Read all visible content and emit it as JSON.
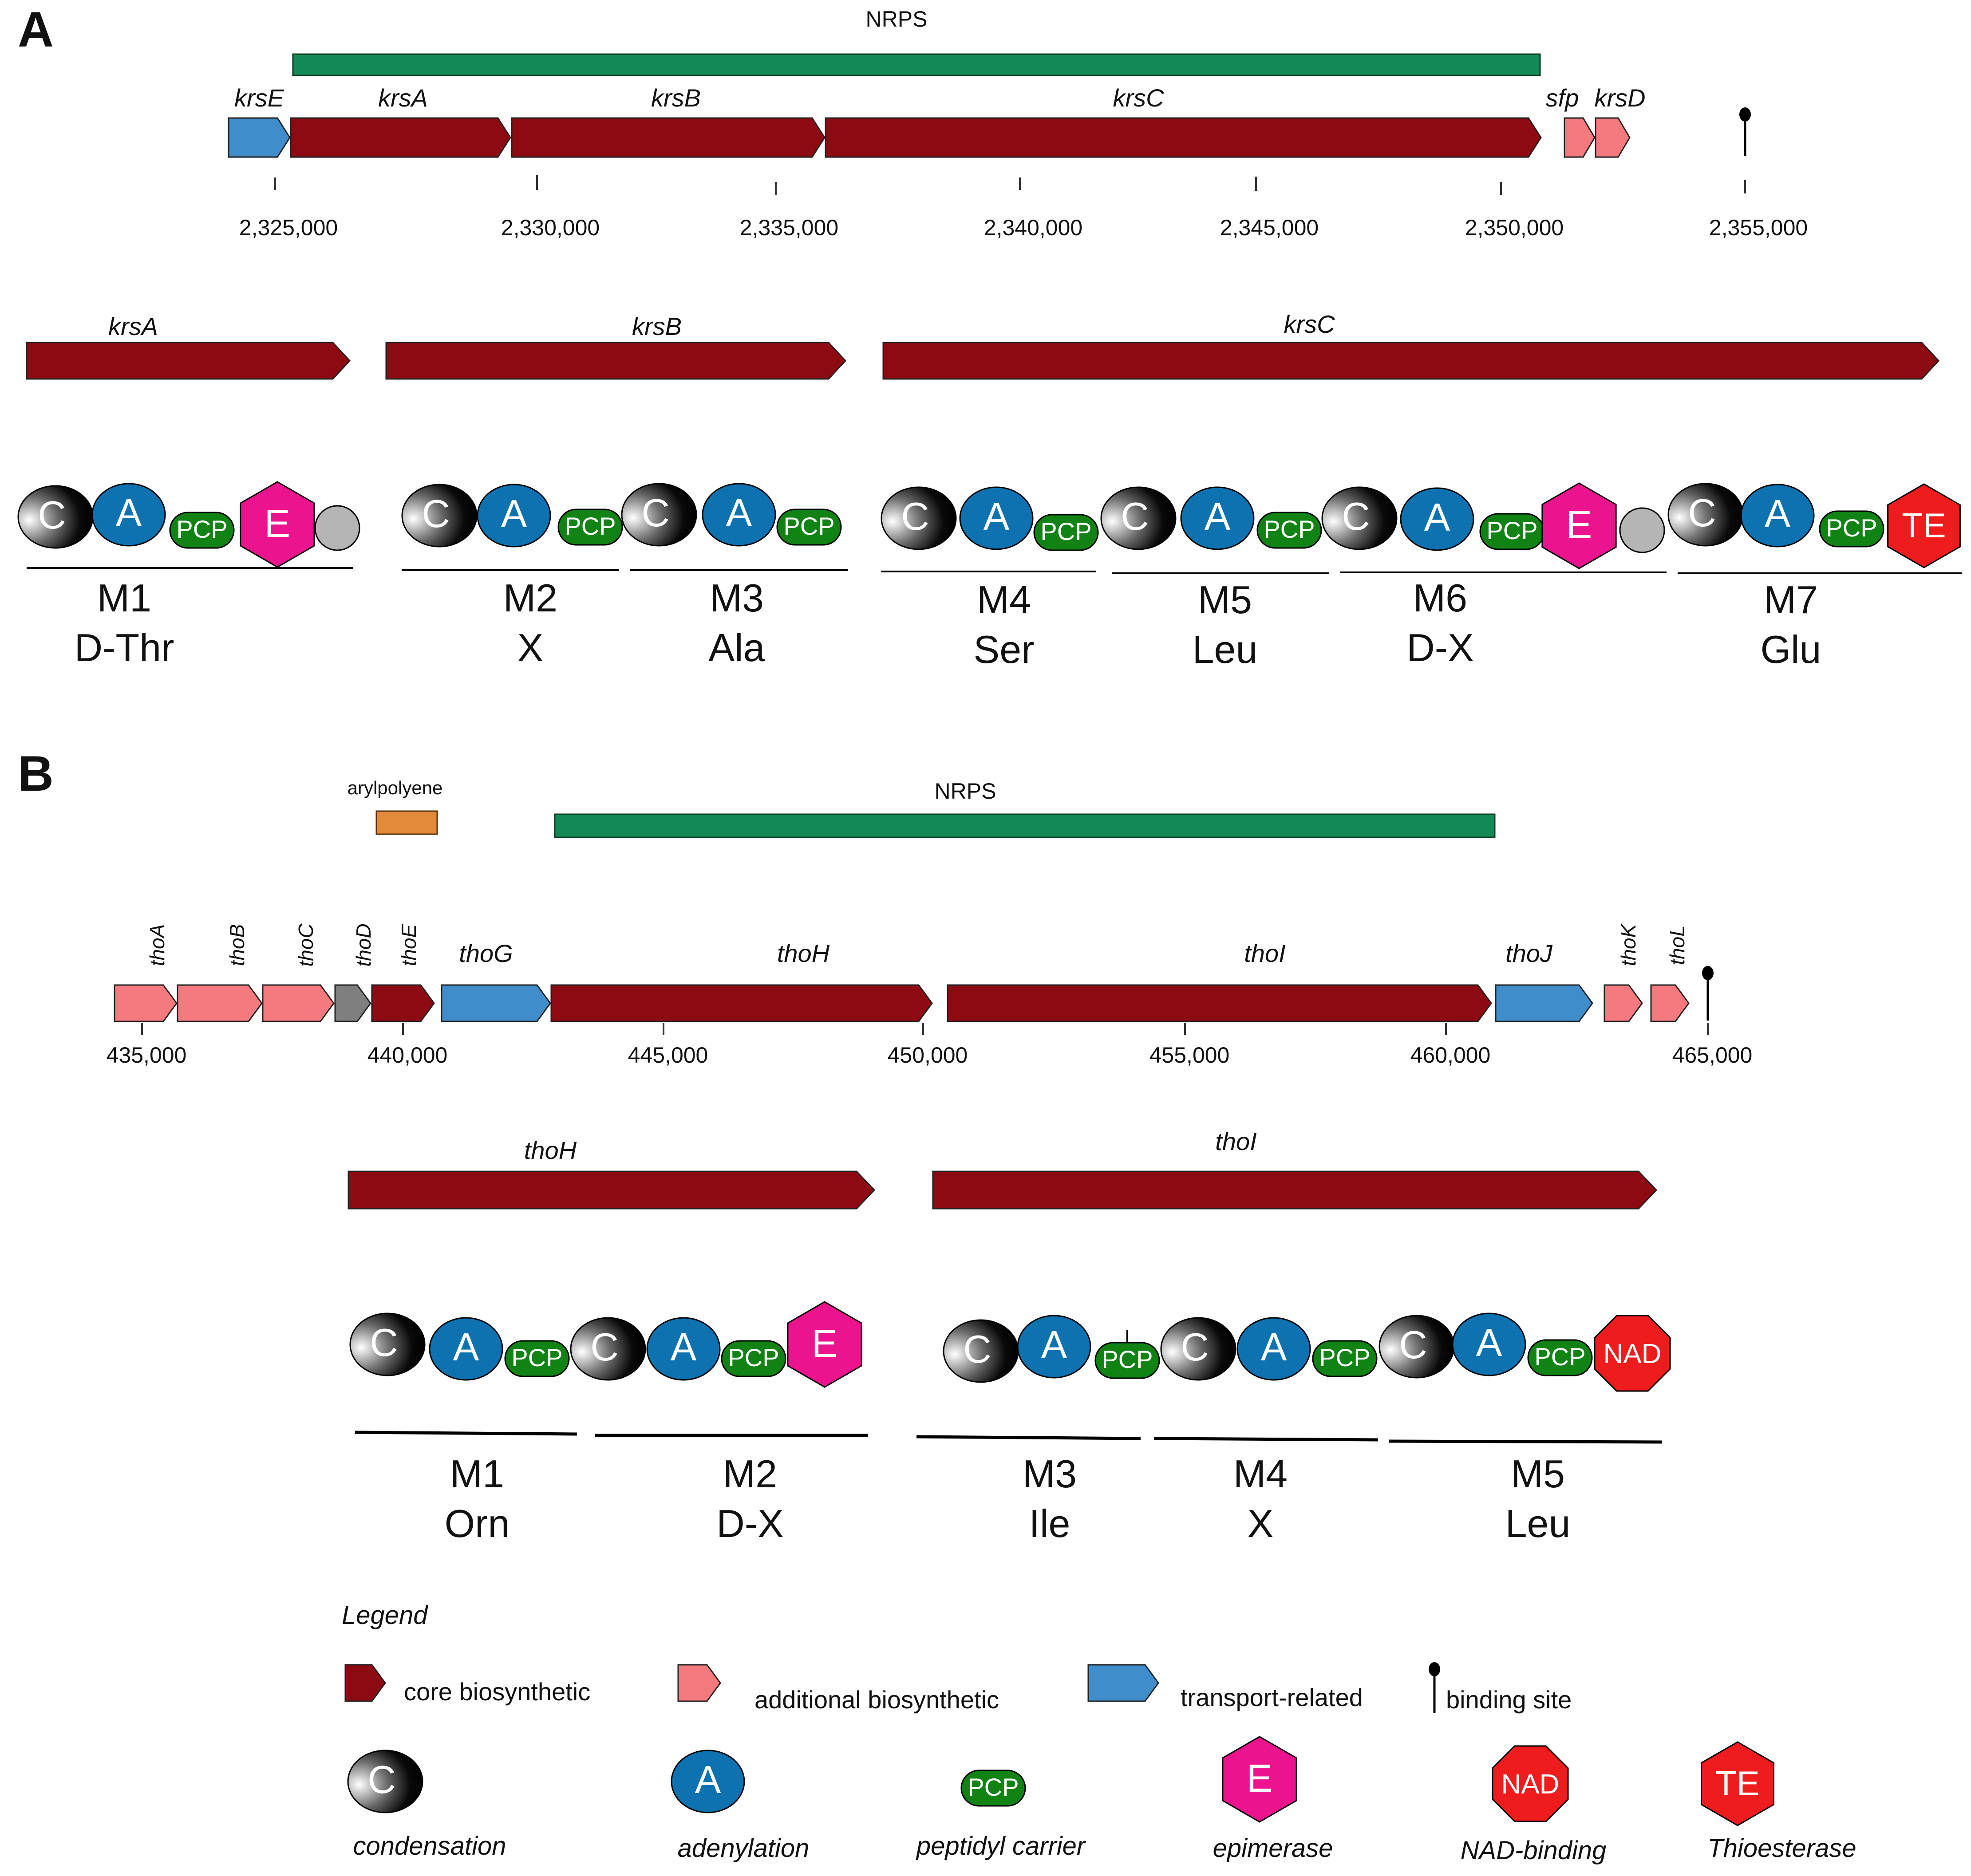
{
  "panels": [
    {
      "letter": "A",
      "regions": [
        {
          "label": "NRPS",
          "color": "#138a55"
        }
      ],
      "cluster_genes": [
        {
          "name": "krsE",
          "category": "transport-related"
        },
        {
          "name": "krsA",
          "category": "core biosynthetic"
        },
        {
          "name": "krsB",
          "category": "core biosynthetic"
        },
        {
          "name": "krsC",
          "category": "core biosynthetic"
        },
        {
          "name": "sfp",
          "category": "additional biosynthetic"
        },
        {
          "name": "krsD",
          "category": "additional biosynthetic"
        }
      ],
      "binding_site_count": 1,
      "coordinate_ticks": [
        "2,325,000",
        "2,330,000",
        "2,335,000",
        "2,340,000",
        "2,345,000",
        "2,350,000",
        "2,355,000"
      ],
      "nrps_genes": [
        "krsA",
        "krsB",
        "krsC"
      ],
      "modules": [
        {
          "id": "M1",
          "substrate": "D-Thr",
          "domains": [
            "C",
            "A",
            "PCP",
            "E",
            "unknown"
          ]
        },
        {
          "id": "M2",
          "substrate": "X",
          "domains": [
            "C",
            "A",
            "PCP"
          ]
        },
        {
          "id": "M3",
          "substrate": "Ala",
          "domains": [
            "C",
            "A",
            "PCP"
          ]
        },
        {
          "id": "M4",
          "substrate": "Ser",
          "domains": [
            "C",
            "A",
            "PCP"
          ]
        },
        {
          "id": "M5",
          "substrate": "Leu",
          "domains": [
            "C",
            "A",
            "PCP"
          ]
        },
        {
          "id": "M6",
          "substrate": "D-X",
          "domains": [
            "C",
            "A",
            "PCP",
            "E",
            "unknown"
          ]
        },
        {
          "id": "M7",
          "substrate": "Glu",
          "domains": [
            "C",
            "A",
            "PCP",
            "TE"
          ]
        }
      ]
    },
    {
      "letter": "B",
      "regions": [
        {
          "label": "arylpolyene",
          "color": "#e3893a"
        },
        {
          "label": "NRPS",
          "color": "#138a55"
        }
      ],
      "cluster_genes": [
        {
          "name": "thoA",
          "category": "additional biosynthetic"
        },
        {
          "name": "thoB",
          "category": "additional biosynthetic"
        },
        {
          "name": "thoC",
          "category": "additional biosynthetic"
        },
        {
          "name": "thoD",
          "category": "other"
        },
        {
          "name": "thoE",
          "category": "core biosynthetic"
        },
        {
          "name": "thoG",
          "category": "transport-related"
        },
        {
          "name": "thoH",
          "category": "core biosynthetic"
        },
        {
          "name": "thoI",
          "category": "core biosynthetic"
        },
        {
          "name": "thoJ",
          "category": "transport-related"
        },
        {
          "name": "thoK",
          "category": "additional biosynthetic"
        },
        {
          "name": "thoL",
          "category": "additional biosynthetic"
        }
      ],
      "binding_site_count": 1,
      "coordinate_ticks": [
        "435,000",
        "440,000",
        "445,000",
        "450,000",
        "455,000",
        "460,000",
        "465,000"
      ],
      "nrps_genes": [
        "thoH",
        "thoI"
      ],
      "modules": [
        {
          "id": "M1",
          "substrate": "Orn",
          "domains": [
            "C",
            "A",
            "PCP"
          ]
        },
        {
          "id": "M2",
          "substrate": "D-X",
          "domains": [
            "C",
            "A",
            "PCP",
            "E"
          ]
        },
        {
          "id": "M3",
          "substrate": "Ile",
          "domains": [
            "C",
            "A",
            "PCP"
          ]
        },
        {
          "id": "M4",
          "substrate": "X",
          "domains": [
            "C",
            "A",
            "PCP"
          ]
        },
        {
          "id": "M5",
          "substrate": "Leu",
          "domains": [
            "C",
            "A",
            "PCP",
            "NAD"
          ]
        }
      ]
    }
  ],
  "legend": {
    "title": "Legend",
    "gene_categories": [
      {
        "label": "core biosynthetic",
        "color": "#8e0a12"
      },
      {
        "label": "additional biosynthetic",
        "color": "#f57a7f"
      },
      {
        "label": "transport-related",
        "color": "#3f8ecb"
      },
      {
        "label": "binding site",
        "color": "#000000"
      }
    ],
    "domains": [
      {
        "symbol": "C",
        "label": "condensation"
      },
      {
        "symbol": "A",
        "label": "adenylation"
      },
      {
        "symbol": "PCP",
        "label": "peptidyl carrier"
      },
      {
        "symbol": "E",
        "label": "epimerase"
      },
      {
        "symbol": "NAD",
        "label": "NAD-binding"
      },
      {
        "symbol": "TE",
        "label": "Thioesterase"
      }
    ]
  }
}
